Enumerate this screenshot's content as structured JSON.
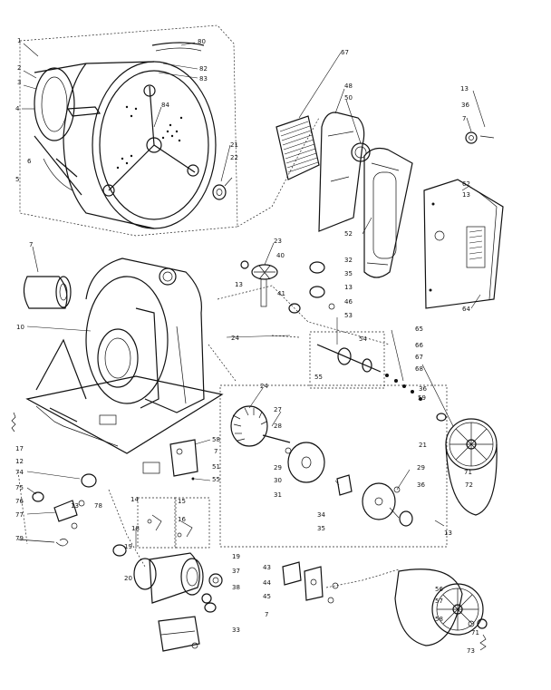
{
  "labels": {
    "l1": "1",
    "l2": "2",
    "l3": "3",
    "l4": "4",
    "l5": "5",
    "l6": "6",
    "l80": "80",
    "l82": "82",
    "l83": "83",
    "l84": "84",
    "l21": "21",
    "l22": "22",
    "l67": "67",
    "l48": "48",
    "l50": "50",
    "l52": "52",
    "l13a": "13",
    "l36a": "36",
    "l7a": "7",
    "l62": "62",
    "l13b": "13",
    "l64": "64",
    "l7b": "7",
    "l10": "10",
    "l23": "23",
    "l40": "40",
    "l13c": "13",
    "l41": "41",
    "l32": "32",
    "l35a": "35",
    "l13d": "13",
    "l46": "46",
    "l53": "53",
    "l24a": "24",
    "l54": "54",
    "l55a": "55",
    "l65": "65",
    "l66": "66",
    "l67b": "67",
    "l68": "68",
    "l36b": "36",
    "l59": "59",
    "l71a": "71",
    "l72": "72",
    "l24b": "24",
    "l27": "27",
    "l28": "28",
    "l29a": "29",
    "l30": "30",
    "l31": "31",
    "l29b": "29",
    "l36c": "36",
    "l34": "34",
    "l35b": "35",
    "l13e": "13",
    "l58a": "58",
    "l7c": "7",
    "l51": "51",
    "l55b": "55",
    "l17": "17",
    "l12": "12",
    "l74": "74",
    "l75": "75",
    "l76": "76",
    "l13f": "13",
    "l77": "77",
    "l78": "78",
    "l79": "79",
    "l14": "14",
    "l15": "15",
    "l16": "16",
    "l18": "18",
    "l19a": "19",
    "l20": "20",
    "l19b": "19",
    "l37": "37",
    "l38": "38",
    "l33": "33",
    "l43": "43",
    "l44": "44",
    "l45": "45",
    "l7d": "7",
    "l56": "56",
    "l57": "57",
    "l58b": "58",
    "l71b": "71",
    "l73": "73"
  }
}
